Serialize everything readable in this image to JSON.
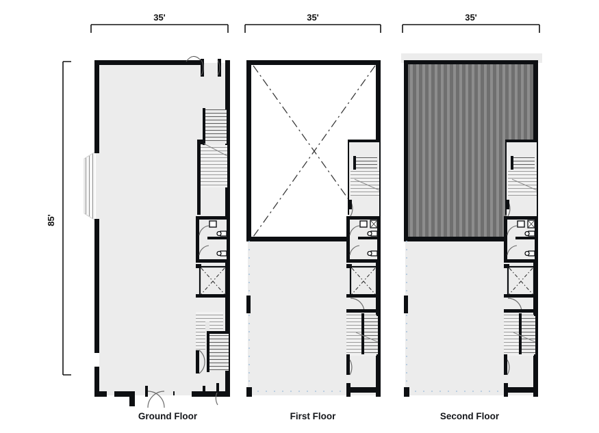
{
  "drawing": {
    "title": "Three-story building floor plans",
    "background_color": "#ffffff",
    "wall_color": "#0d0f12",
    "floor_fill_color": "#ececec",
    "void_fill_color": "#ffffff",
    "hatch_dark_color": "#6f6f6f",
    "hatch_light_color": "#8d8d8d",
    "dimension_color": "#111111",
    "slab_edge_color": "#aac4dd"
  },
  "dimensions": {
    "width_top": [
      {
        "id": "ground",
        "text": "35'"
      },
      {
        "id": "first",
        "text": "35'"
      },
      {
        "id": "second",
        "text": "35'"
      }
    ],
    "height_left": {
      "text": "85'"
    }
  },
  "floors": [
    {
      "id": "ground",
      "label": "Ground Floor",
      "rooms": [
        "retail-open-area",
        "stair-upper",
        "restroom-a",
        "restroom-b",
        "elevator-shaft",
        "stair-lower",
        "entry-vestibule"
      ],
      "features": {
        "bay_window": "left-bay-projection",
        "entry_doors": "double-entry-doors",
        "top_doors": "two-swing-doors"
      }
    },
    {
      "id": "first",
      "label": "First Floor",
      "rooms": [
        "open-to-below-void",
        "stair-upper",
        "restroom-a",
        "restroom-b",
        "elevator-shaft",
        "stair-lower",
        "tenant-area"
      ],
      "features": {
        "void_marker": "open-to-below-x"
      }
    },
    {
      "id": "second",
      "label": "Second Floor",
      "rooms": [
        "roof-deck-hatched",
        "stair-upper",
        "restroom-a",
        "restroom-b",
        "elevator-shaft",
        "stair-lower",
        "tenant-area"
      ],
      "features": {
        "hatch_area": "striped-roof-area"
      }
    }
  ]
}
